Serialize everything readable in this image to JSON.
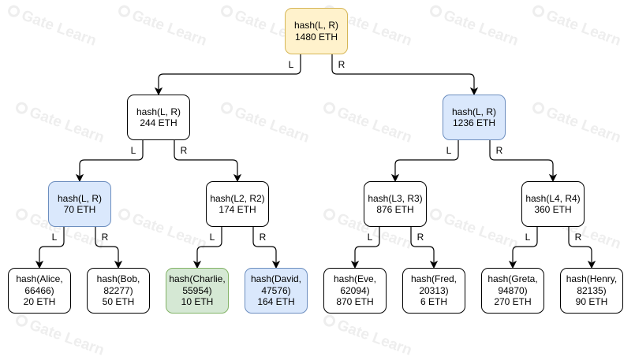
{
  "watermark": {
    "text": "Gate Learn"
  },
  "colors": {
    "yellow": "#fff2cc",
    "blue": "#dae8fc",
    "green": "#d5e8d4"
  },
  "edge_labels": {
    "left": "L",
    "right": "R"
  },
  "nodes": [
    {
      "id": "root",
      "lines": [
        "hash(L, R)",
        "1480 ETH"
      ],
      "style": "yellow"
    },
    {
      "id": "l1a",
      "lines": [
        "hash(L, R)",
        "244 ETH"
      ],
      "style": "plain"
    },
    {
      "id": "l1b",
      "lines": [
        "hash(L, R)",
        "1236 ETH"
      ],
      "style": "blue"
    },
    {
      "id": "l2a",
      "lines": [
        "hash(L, R)",
        "70 ETH"
      ],
      "style": "blue"
    },
    {
      "id": "l2b",
      "lines": [
        "hash(L2, R2)",
        "174 ETH"
      ],
      "style": "plain"
    },
    {
      "id": "l2c",
      "lines": [
        "hash(L3, R3)",
        "876 ETH"
      ],
      "style": "plain"
    },
    {
      "id": "l2d",
      "lines": [
        "hash(L4, R4)",
        "360 ETH"
      ],
      "style": "plain"
    },
    {
      "id": "alice",
      "lines": [
        "hash(Alice,",
        "66466)",
        "20 ETH"
      ],
      "style": "plain"
    },
    {
      "id": "bob",
      "lines": [
        "hash(Bob,",
        "82277)",
        "50 ETH"
      ],
      "style": "plain"
    },
    {
      "id": "charlie",
      "lines": [
        "hash(Charlie,",
        "55954)",
        "10 ETH"
      ],
      "style": "green"
    },
    {
      "id": "david",
      "lines": [
        "hash(David,",
        "47576)",
        "164 ETH"
      ],
      "style": "blue"
    },
    {
      "id": "eve",
      "lines": [
        "hash(Eve,",
        "62094)",
        "870 ETH"
      ],
      "style": "plain"
    },
    {
      "id": "fred",
      "lines": [
        "hash(Fred,",
        "20313)",
        "6 ETH"
      ],
      "style": "plain"
    },
    {
      "id": "greta",
      "lines": [
        "hash(Greta,",
        "94870)",
        "270 ETH"
      ],
      "style": "plain"
    },
    {
      "id": "henry",
      "lines": [
        "hash(Henry,",
        "82135)",
        "90 ETH"
      ],
      "style": "plain"
    }
  ],
  "edges": [
    {
      "from": "root",
      "to": "l1a",
      "label": "L"
    },
    {
      "from": "root",
      "to": "l1b",
      "label": "R"
    },
    {
      "from": "l1a",
      "to": "l2a",
      "label": "L"
    },
    {
      "from": "l1a",
      "to": "l2b",
      "label": "R"
    },
    {
      "from": "l1b",
      "to": "l2c",
      "label": "L"
    },
    {
      "from": "l1b",
      "to": "l2d",
      "label": "R"
    },
    {
      "from": "l2a",
      "to": "alice",
      "label": "L"
    },
    {
      "from": "l2a",
      "to": "bob",
      "label": "R"
    },
    {
      "from": "l2b",
      "to": "charlie",
      "label": "L"
    },
    {
      "from": "l2b",
      "to": "david",
      "label": "R"
    },
    {
      "from": "l2c",
      "to": "eve",
      "label": "L"
    },
    {
      "from": "l2c",
      "to": "fred",
      "label": "R"
    },
    {
      "from": "l2d",
      "to": "greta",
      "label": "L"
    },
    {
      "from": "l2d",
      "to": "henry",
      "label": "R"
    }
  ]
}
